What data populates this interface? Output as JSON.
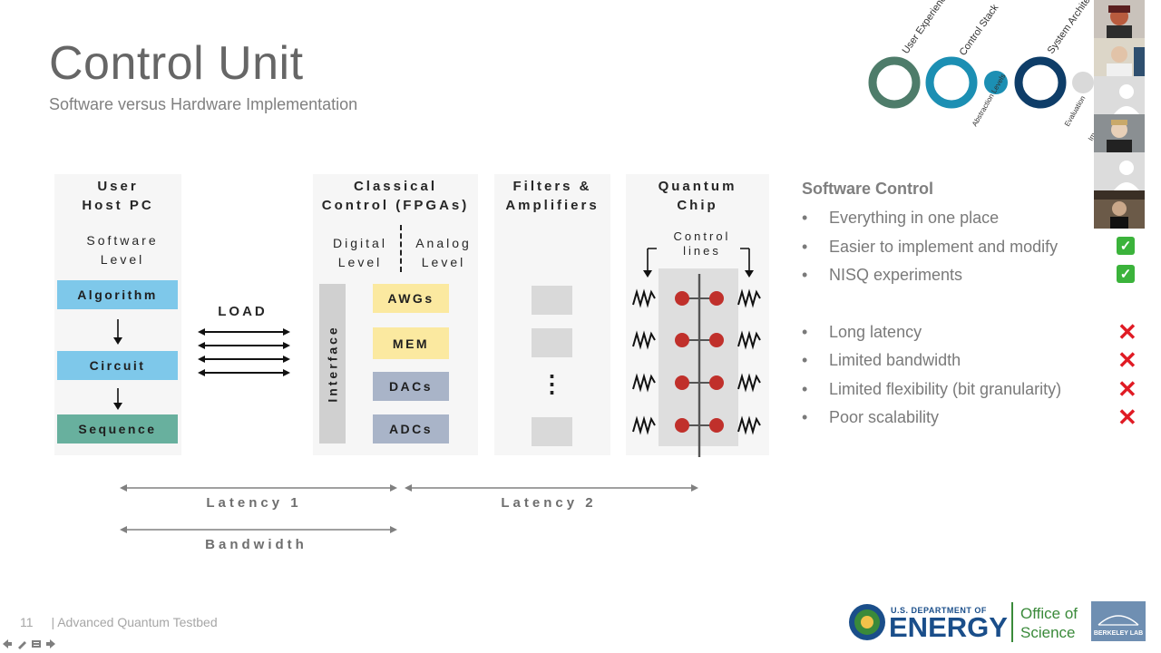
{
  "slide": {
    "title": "Control Unit",
    "subtitle": "Software versus Hardware Implementation"
  },
  "roadmap": {
    "labels": [
      "User Experience",
      "Control Stack",
      "System Architecture"
    ],
    "sub_labels": [
      "Abstraction Levels",
      "Evaluation",
      "Im"
    ]
  },
  "diagram": {
    "host": {
      "header_line1": "User",
      "header_line2": "Host PC",
      "level_line1": "Software",
      "level_line2": "Level",
      "algorithm": "Algorithm",
      "circuit": "Circuit",
      "sequence": "Sequence"
    },
    "load": "LOAD",
    "classical": {
      "header_line1": "Classical",
      "header_line2": "Control (FPGAs)",
      "digital_line1": "Digital",
      "digital_line2": "Level",
      "analog_line1": "Analog",
      "analog_line2": "Level",
      "interface": "Interface",
      "boxes": [
        "AWGs",
        "MEM",
        "DACs",
        "ADCs"
      ]
    },
    "filters": {
      "header_line1": "Filters &",
      "header_line2": "Amplifiers",
      "ellipsis": "⋮"
    },
    "quantum": {
      "header_line1": "Quantum",
      "header_line2": "Chip",
      "control_line1": "Control",
      "control_line2": "lines"
    },
    "latency1": "Latency 1",
    "latency2": "Latency 2",
    "bandwidth": "Bandwidth"
  },
  "software_control": {
    "title": "Software Control",
    "pros": [
      "Everything in one place",
      "Easier to implement and modify",
      "NISQ experiments"
    ],
    "cons": [
      "Long latency",
      "Limited bandwidth",
      "Limited flexibility (bit granularity)",
      "Poor scalability"
    ],
    "check_symbol": "✓",
    "cross_symbol": "✕"
  },
  "footer": {
    "page_number": "11",
    "text": "| Advanced Quantum Testbed"
  },
  "logos": {
    "doe_top": "U.S. DEPARTMENT OF",
    "doe_main": "ENERGY",
    "office_line1": "Office of",
    "office_line2": "Science",
    "berkeley": "BERKELEY LAB"
  },
  "colors": {
    "algorithm_box": "#7ec8ea",
    "sequence_box": "#68b09e",
    "awg_mem_box": "#fbe9a0",
    "dac_adc_box": "#a9b4c8",
    "qubit_dot": "#c0302b",
    "check": "#3bb33b",
    "cross": "#e01b24",
    "ring_green": "#4e7c6a",
    "ring_teal": "#1c8fb3",
    "ring_navy": "#0e3d68"
  }
}
